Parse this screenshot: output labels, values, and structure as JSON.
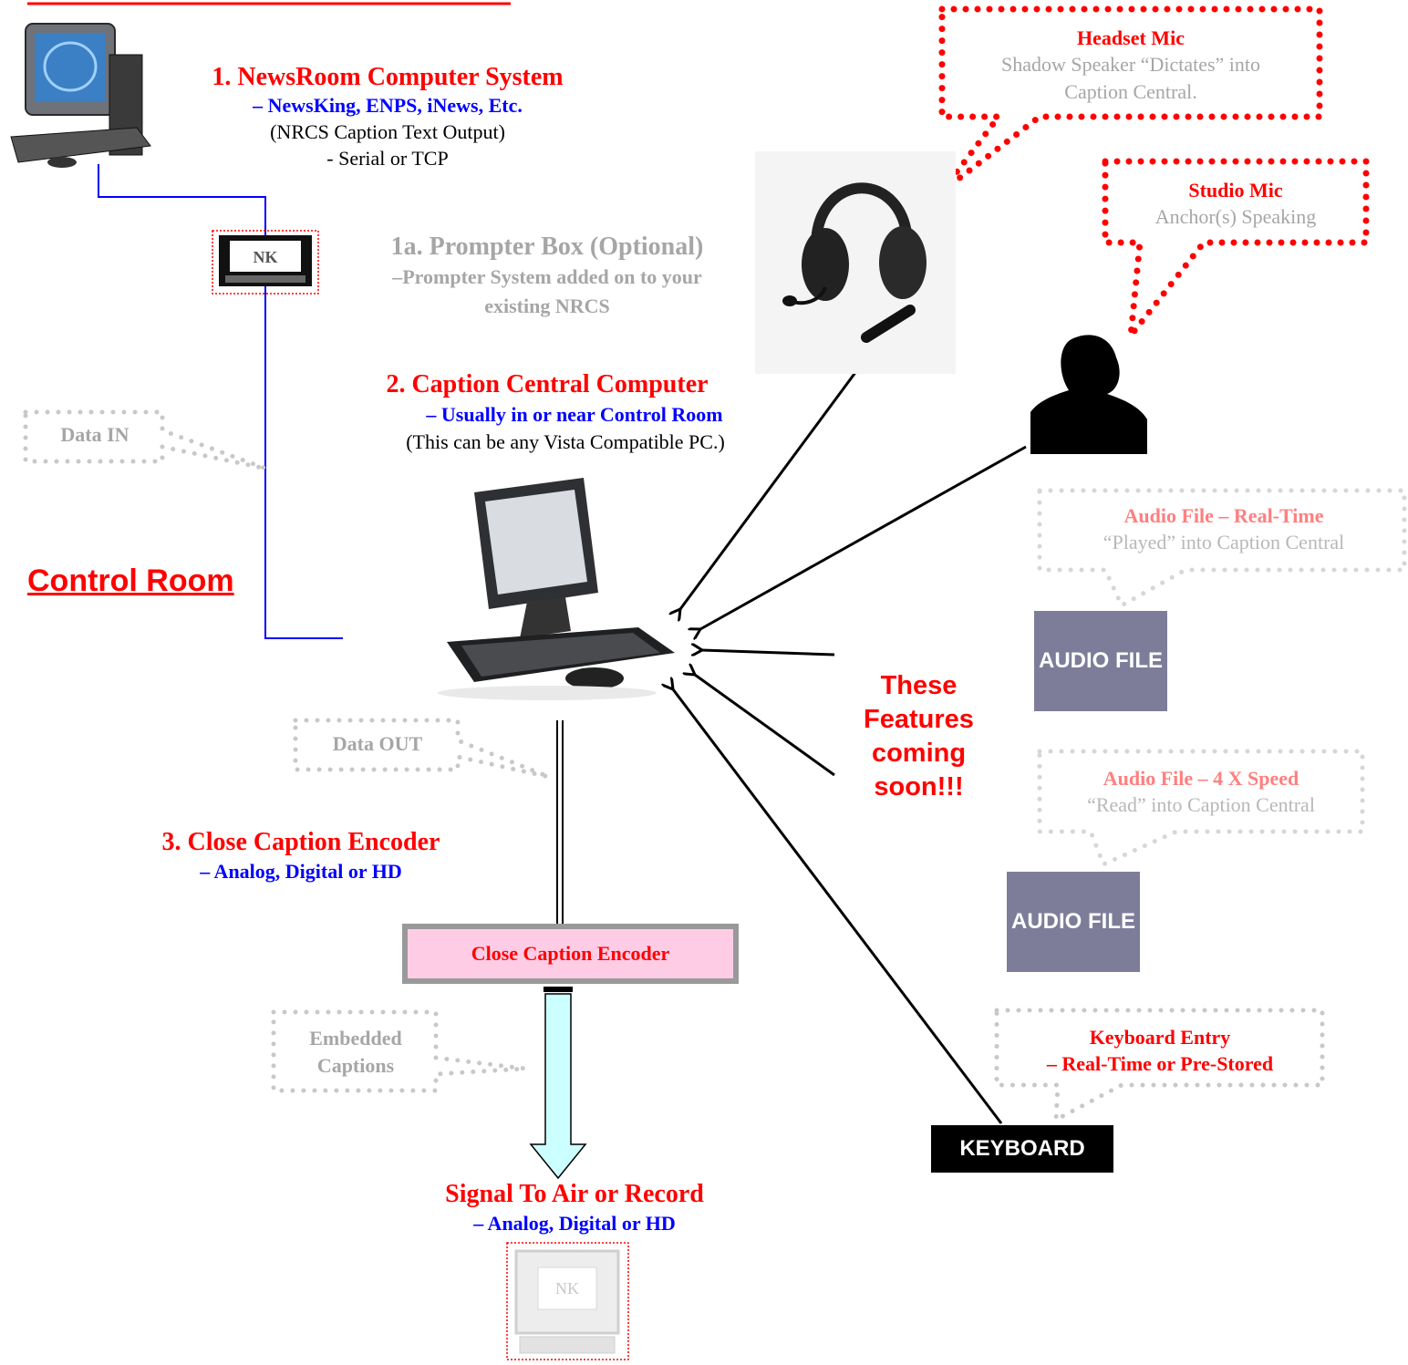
{
  "newsroom": {
    "title": "1. NewsRoom Computer System",
    "subtitle": "– NewsKing, ENPS, iNews, Etc.",
    "line3": "(NRCS Caption Text Output)",
    "line4": "- Serial or TCP"
  },
  "prompter": {
    "title": "1a. Prompter Box (Optional)",
    "line2": "–Prompter System added on to your",
    "line3": "existing NRCS"
  },
  "caption_central": {
    "title": "2. Caption Central Computer",
    "subtitle": "– Usually in or near Control Room",
    "line3": "(This can be any Vista Compatible PC.)"
  },
  "control_room_label": "Control Room",
  "data_in_label": "Data IN",
  "data_out_label": "Data OUT",
  "encoder_section": {
    "title": "3. Close Caption Encoder",
    "subtitle": "– Analog, Digital or HD"
  },
  "encoder_box_label": "Close Caption Encoder",
  "embedded": {
    "line1": "Embedded",
    "line2": "Captions"
  },
  "signal": {
    "title": "Signal To Air or Record",
    "subtitle": "– Analog, Digital or HD"
  },
  "headset_callout": {
    "title": "Headset Mic",
    "line2": "Shadow Speaker “Dictates” into",
    "line3": "Caption Central."
  },
  "studio_callout": {
    "title": "Studio Mic",
    "line2": "Anchor(s) Speaking"
  },
  "audio_realtime_callout": {
    "title": "Audio File – Real-Time",
    "line2": "“Played” into Caption Central"
  },
  "audio_4x_callout": {
    "title": "Audio File – 4 X Speed",
    "line2": "“Read” into Caption Central"
  },
  "keyboard_callout": {
    "title": "Keyboard Entry",
    "line2": "– Real-Time or Pre-Stored"
  },
  "audio_file_label_1": "AUDIO FILE",
  "audio_file_label_2": "AUDIO FILE",
  "keyboard_label": "KEYBOARD",
  "coming_soon": {
    "line1": "These",
    "line2": "Features",
    "line3": "coming",
    "line4": "soon!!!"
  },
  "logo_letters": "NK",
  "colors": {
    "red": "#ff0000",
    "blue": "#0000ff",
    "grey": "#a6a6a6",
    "pink": "#ff7f7f",
    "audio_box": "#7d7d9a",
    "encoder_fill": "#ffcce6",
    "arrow_fill": "#ccffff"
  }
}
